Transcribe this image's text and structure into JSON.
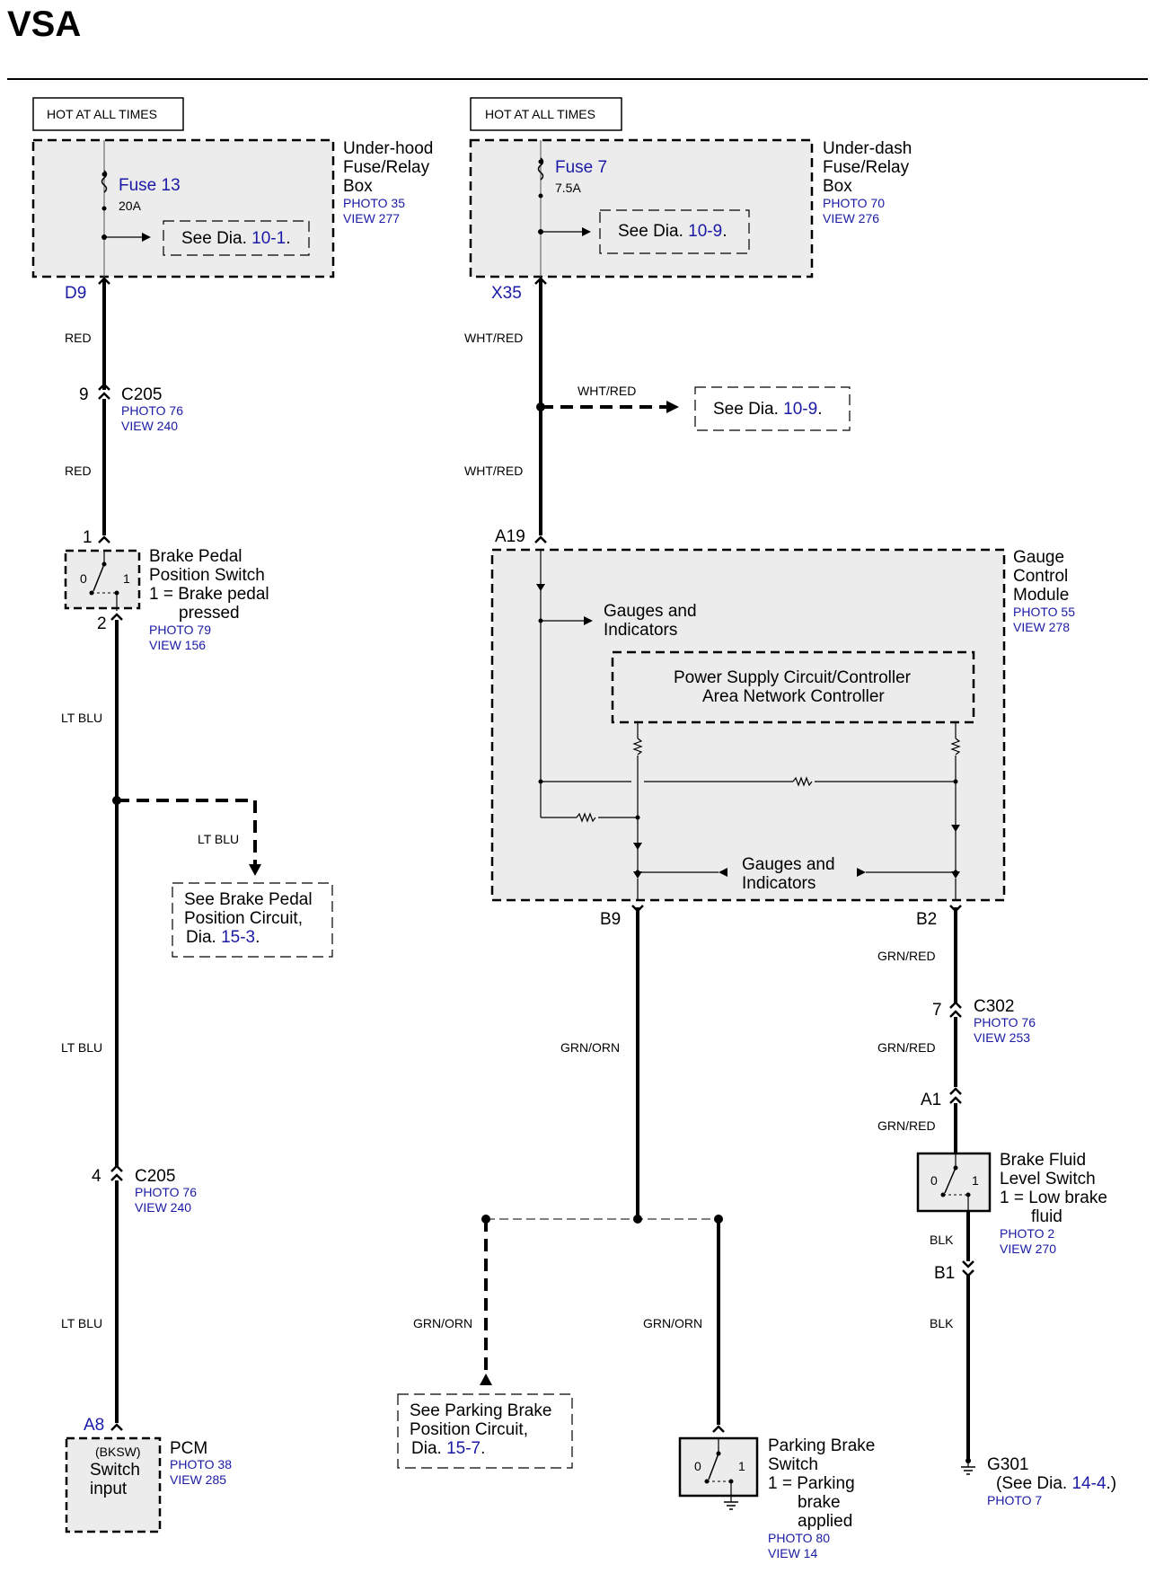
{
  "title": "VSA",
  "hot_left": "HOT AT ALL TIMES",
  "hot_right": "HOT AT ALL TIMES",
  "underhood": {
    "l1": "Under-hood",
    "l2": "Fuse/Relay",
    "l3": "Box",
    "photo": "PHOTO 35",
    "view": "VIEW 277",
    "fuse": "Fuse 13",
    "amp": "20A",
    "see": "See Dia.",
    "see_link": "10-1",
    "terminal": "D9"
  },
  "underdash": {
    "l1": "Under-dash",
    "l2": "Fuse/Relay",
    "l3": "Box",
    "photo": "PHOTO 70",
    "view": "VIEW 276",
    "fuse": "Fuse 7",
    "amp": "7.5A",
    "see": "See Dia.",
    "see_link": "10-9",
    "terminal": "X35"
  },
  "left_chain": {
    "wire_red": "RED",
    "c205a": {
      "pin": "9",
      "name": "C205",
      "photo": "PHOTO 76",
      "view": "VIEW 240"
    },
    "bpps": {
      "pin_in": "1",
      "pin_out": "2",
      "l1": "Brake Pedal",
      "l2": "Position Switch",
      "l3": "1 = Brake pedal",
      "l4": "pressed",
      "photo": "PHOTO 79",
      "view": "VIEW 156",
      "s0": "0",
      "s1": "1"
    },
    "wire_ltblu": "LT BLU",
    "see_bp": {
      "l1": "See Brake Pedal",
      "l2": "Position Circuit,",
      "l3": "Dia.",
      "link": "15-3"
    },
    "c205b": {
      "pin": "4",
      "name": "C205",
      "photo": "PHOTO 76",
      "view": "VIEW 240"
    },
    "pcm": {
      "terminal": "A8",
      "l1": "(BKSW)",
      "l2": "Switch",
      "l3": "input",
      "name": "PCM",
      "photo": "PHOTO 38",
      "view": "VIEW 285"
    }
  },
  "mid_chain": {
    "wire": "WHT/RED",
    "see": "See Dia.",
    "see_link": "10-9",
    "a19": "A19"
  },
  "gcm": {
    "l1": "Gauge",
    "l2": "Control",
    "l3": "Module",
    "photo": "PHOTO 55",
    "view": "VIEW 278",
    "gi_a1": "Gauges and",
    "gi_a2": "Indicators",
    "ps1": "Power Supply Circuit/Controller",
    "ps2": "Area Network Controller",
    "gi_b1": "Gauges and",
    "gi_b2": "Indicators",
    "b9": "B9",
    "b2": "B2"
  },
  "b9_chain": {
    "wire": "GRN/ORN",
    "see_pb": {
      "l1": "See Parking Brake",
      "l2": "Position Circuit,",
      "l3": "Dia.",
      "link": "15-7"
    },
    "pbs": {
      "l1": "Parking Brake",
      "l2": "Switch",
      "l3": "1 = Parking",
      "l4": "brake",
      "l5": "applied",
      "photo": "PHOTO 80",
      "view": "VIEW 14",
      "s0": "0",
      "s1": "1"
    }
  },
  "b2_chain": {
    "wire": "GRN/RED",
    "c302": {
      "pin": "7",
      "name": "C302",
      "photo": "PHOTO 76",
      "view": "VIEW 253"
    },
    "a1": "A1",
    "bfls": {
      "l1": "Brake Fluid",
      "l2": "Level Switch",
      "l3": "1 = Low brake",
      "l4": "fluid",
      "photo": "PHOTO 2",
      "view": "VIEW 270",
      "s0": "0",
      "s1": "1"
    },
    "wire_blk": "BLK",
    "b1": "B1",
    "g301": {
      "name": "G301",
      "see": "(See Dia.",
      "link": "14-4",
      "close": ".)",
      "photo": "PHOTO 7"
    }
  }
}
